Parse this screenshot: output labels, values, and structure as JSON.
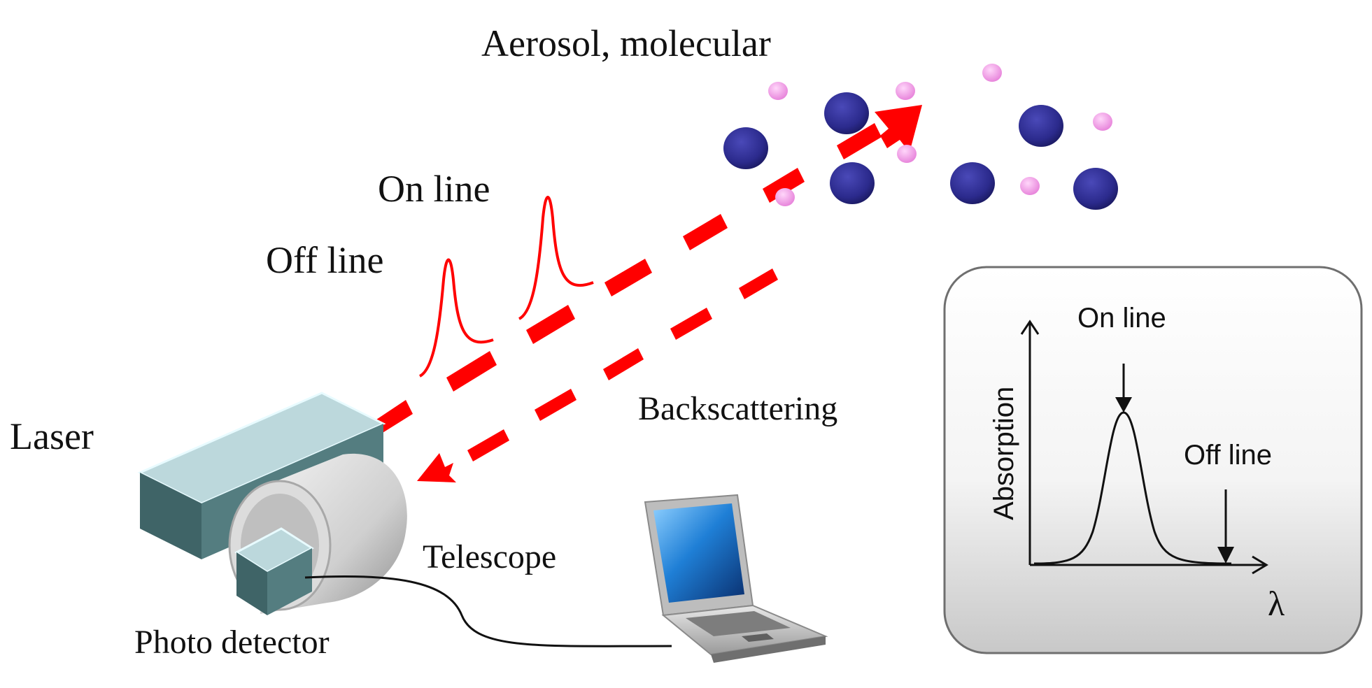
{
  "labels": {
    "aerosol": "Aerosol, molecular",
    "on_line": "On line",
    "off_line": "Off line",
    "backscattering": "Backscattering",
    "laser": "Laser",
    "telescope": "Telescope",
    "photo_detector": "Photo detector"
  },
  "inset": {
    "y_label": "Absorption",
    "x_label": "λ",
    "on_line": "On line",
    "off_line": "Off line"
  },
  "colors": {
    "beam": "#ff0000",
    "particle_large": "#2b2a8c",
    "particle_small": "#f29ee8",
    "laser_top": "#bcd8dc",
    "laser_side": "#3f6467"
  }
}
